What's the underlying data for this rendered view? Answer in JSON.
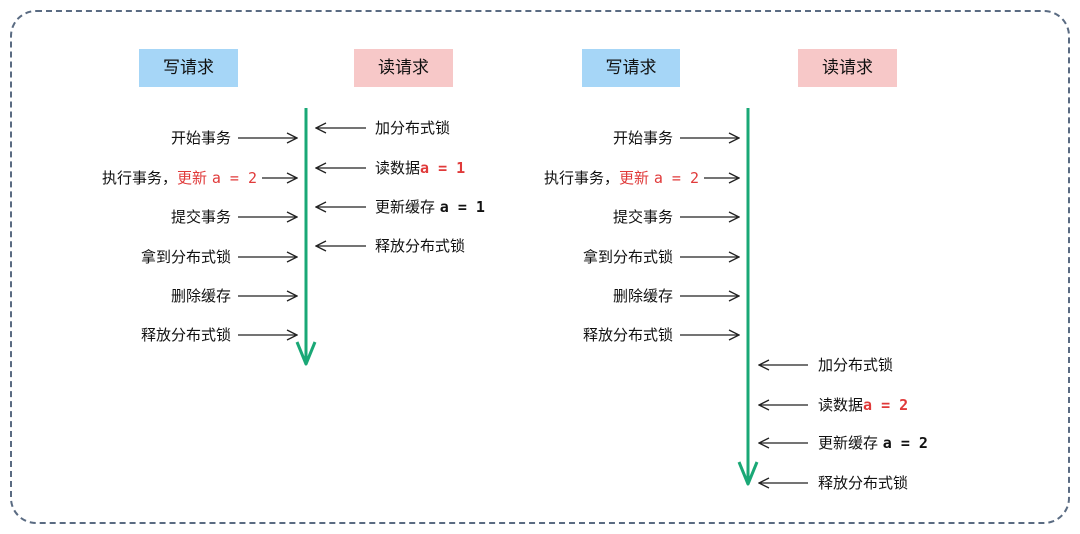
{
  "left": {
    "write_header": "写请求",
    "read_header": "读请求",
    "write_steps": [
      {
        "text": "开始事务"
      },
      {
        "prefix": "执行事务，",
        "highlight": "更新",
        "code": "a = 2"
      },
      {
        "text": "提交事务"
      },
      {
        "text": "拿到分布式锁"
      },
      {
        "text": "删除缓存"
      },
      {
        "text": "释放分布式锁"
      }
    ],
    "read_steps": [
      {
        "text": "加分布式锁"
      },
      {
        "text": "读数据",
        "code": "a = 1"
      },
      {
        "text": "更新缓存",
        "code": "a = 1"
      },
      {
        "text": "释放分布式锁"
      }
    ]
  },
  "right": {
    "write_header": "写请求",
    "read_header": "读请求",
    "write_steps": [
      {
        "text": "开始事务"
      },
      {
        "prefix": "执行事务，",
        "highlight": "更新",
        "code": "a = 2"
      },
      {
        "text": "提交事务"
      },
      {
        "text": "拿到分布式锁"
      },
      {
        "text": "删除缓存"
      },
      {
        "text": "释放分布式锁"
      }
    ],
    "read_steps": [
      {
        "text": "加分布式锁"
      },
      {
        "text": "读数据",
        "code": "a = 2"
      },
      {
        "text": "更新缓存",
        "code": "a = 2"
      },
      {
        "text": "释放分布式锁"
      }
    ]
  },
  "colors": {
    "timeline": "#1aa876",
    "highlight": "#e03a3a",
    "write_header_bg": "#a6d6f7",
    "read_header_bg": "#f7c8c8",
    "border": "#5a6b82"
  }
}
